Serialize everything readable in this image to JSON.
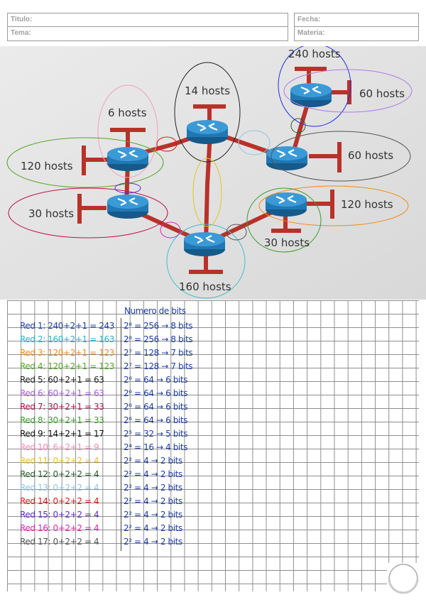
{
  "header": {
    "titulo_label": "Titulo:",
    "tema_label": "Tema:",
    "fecha_label": "Fecha:",
    "materia_label": "Materia:"
  },
  "diagram": {
    "labels": {
      "r240": "240 hosts",
      "r60a": "60 hosts",
      "r14": "14 hosts",
      "r6": "6 hosts",
      "r120a": "120 hosts",
      "r60b": "60 hosts",
      "r30a": "30 hosts",
      "r120b": "120 hosts",
      "r30b": "30 hosts",
      "r160": "160 hosts"
    }
  },
  "notes": {
    "column_title": "Numero de bits",
    "rows": [
      {
        "net": "Red 1: 240+2+1 = 243",
        "bits": "2⁸ = 256 → 8 bits",
        "color": "#1d3fa0"
      },
      {
        "net": "Red 2: 160+2+1 = 163",
        "bits": "2⁸ = 256 → 8 bits",
        "color": "#23b5c9"
      },
      {
        "net": "Red 3: 120+2+1 = 123",
        "bits": "2⁷ = 128 → 7 bits",
        "color": "#f08a14"
      },
      {
        "net": "Red 4: 120+2+1 = 123",
        "bits": "2⁷ = 128 → 7 bits",
        "color": "#55a32a"
      },
      {
        "net": "Red 5: 60+2+1 = 63",
        "bits": "2⁶ = 64 → 6 bits",
        "color": "#222222"
      },
      {
        "net": "Red 6: 60+2+1 = 63",
        "bits": "2⁶ = 64 → 6 bits",
        "color": "#a45bd6"
      },
      {
        "net": "Red 7: 30+2+1 = 33",
        "bits": "2⁶ = 64 → 6 bits",
        "color": "#b0124a"
      },
      {
        "net": "Red 8: 30+2+1 = 33",
        "bits": "2⁶ = 64 → 6 bits",
        "color": "#3d9a2a"
      },
      {
        "net": "Red 9: 14+2+1 = 17",
        "bits": "2⁵ = 32 → 5 bits",
        "color": "#111111"
      },
      {
        "net": "Red 10: 6+2+1 = 9",
        "bits": "2⁴ = 16 → 4 bits",
        "color": "#f08cb0"
      },
      {
        "net": "Red 11: 0+2+2 = 4",
        "bits": "2² = 4 → 2 bits",
        "color": "#e8c41a"
      },
      {
        "net": "Red 12: 0+2+2 = 4",
        "bits": "2² = 4 → 2 bits",
        "color": "#2a5a2a"
      },
      {
        "net": "Red 13: 0+2+2 = 4",
        "bits": "2² = 4 → 2 bits",
        "color": "#8fc4e6"
      },
      {
        "net": "Red 14: 0+2+2 = 4",
        "bits": "2² = 4 → 2 bits",
        "color": "#e01818"
      },
      {
        "net": "Red 15: 0+2+2 = 4",
        "bits": "2² = 4 → 2 bits",
        "color": "#5a2ad6"
      },
      {
        "net": "Red 16: 0+2+2 = 4",
        "bits": "2² = 4 → 2 bits",
        "color": "#d62ab0"
      },
      {
        "net": "Red 17: 0+2+2 = 4",
        "bits": "2² = 4 → 2 bits",
        "color": "#555555"
      }
    ]
  },
  "colors": {
    "router_fill": "#1f78b4",
    "router_top": "#3b9ad6",
    "link": "#b8322a",
    "photo_bg": "#e4e4e4"
  }
}
